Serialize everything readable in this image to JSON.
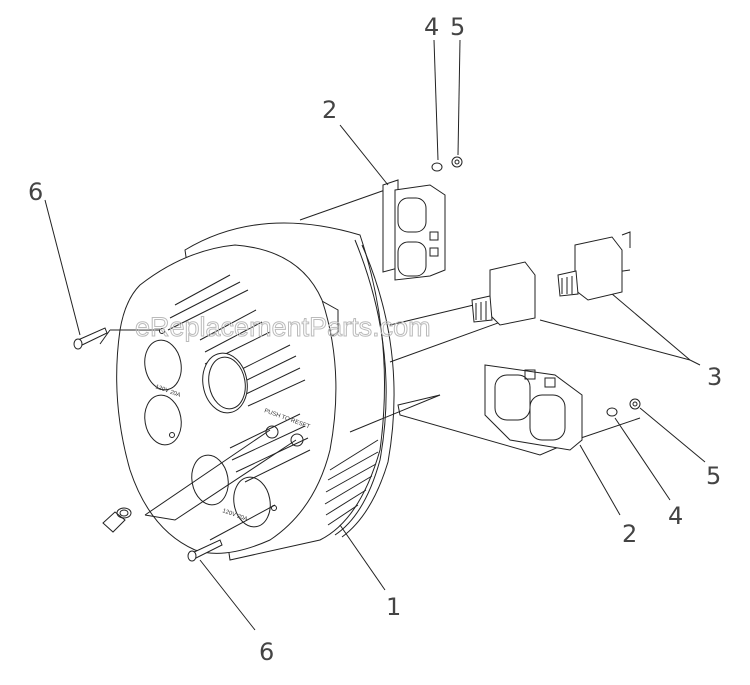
{
  "diagram": {
    "callouts": {
      "part1": "1",
      "part2_top": "2",
      "part2_bottom": "2",
      "part3": "3",
      "part4_top": "4",
      "part4_bottom": "4",
      "part5_top": "5",
      "part5_bottom": "5",
      "part6_top": "6",
      "part6_bottom": "6"
    },
    "panel_labels": {
      "outlet_top": "120V 20A",
      "outlet_bottom": "120V 20A",
      "reset": "PUSH TO RESET"
    },
    "watermark": "eReplacementParts.com"
  }
}
